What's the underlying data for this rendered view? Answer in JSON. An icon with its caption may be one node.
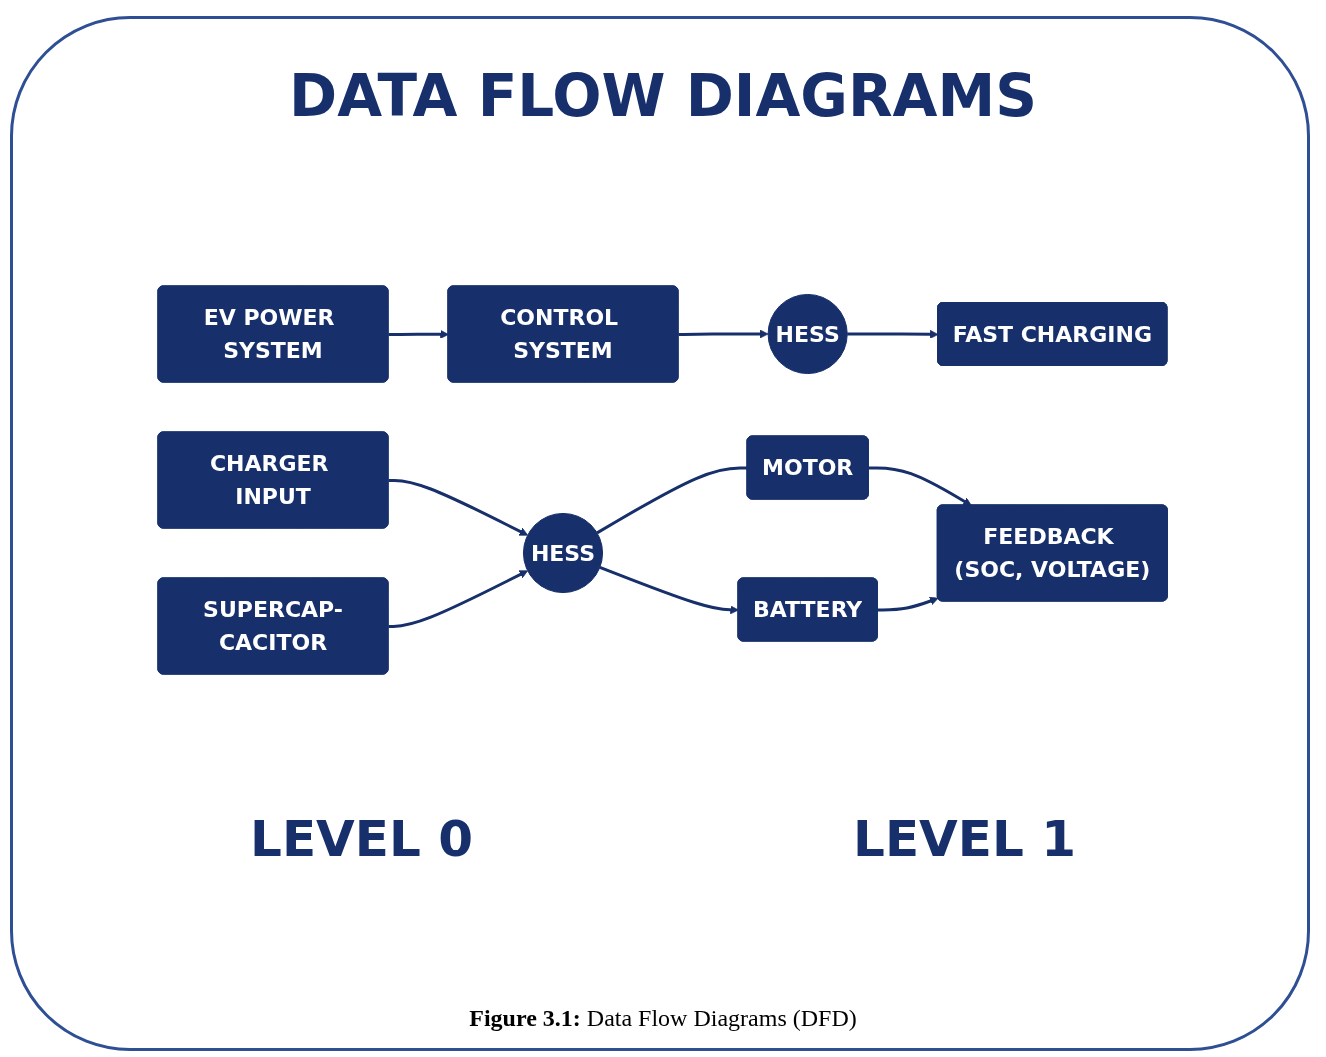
{
  "diagram": {
    "title": "DATA FLOW DIAGRAMS",
    "caption": "**Figure 3.1:** Data Flow Diagrams (DFD)",
    "nodes": [
      {
        "text": [
          "EV POWER SYSTEM"
        ]
      },
      {
        "text": [
          "CONTROL SYSTEM"
        ]
      },
      {
        "text": [
          "HESS"
        ]
      },
      {
        "text": [
          "FAST CHARGING"
        ]
      },
      {
        "text": [
          "CHARGER INPUT"
        ]
      },
      {
        "text": [
          "SUPERCAP-CACITOR"
        ]
      },
      {
        "text": [
          "HESS"
        ]
      },
      {
        "text": [
          "BATTERY"
        ]
      },
      {
        "text": [
          "MOTOR"
        ]
      },
      {
        "text": [
          "FEEDBACK (SOC, VOLTAGE)"
        ]
      }
    ],
    "edges": [
      {
        "from": 0,
        "to": 1,
        "arrow": "to"
      },
      {
        "from": 1,
        "to": 2,
        "arrow": "to"
      },
      {
        "from": 2,
        "to": 3,
        "arrow": "to"
      },
      {
        "from": 4,
        "to": 6,
        "arrow": "to"
      },
      {
        "from": 5,
        "to": 6,
        "arrow": "to"
      },
      {
        "from": 6,
        "to": 7,
        "arrow": "to"
      },
      {
        "from": 6,
        "to": 8,
        "arrow": "none"
      },
      {
        "from": 8,
        "to": 9,
        "arrow": "to"
      },
      {
        "from": 7,
        "to": 9,
        "arrow": "to"
      }
    ],
    "labels": [
      "LEVEL 0",
      "LEVEL 1"
    ]
  }
}
